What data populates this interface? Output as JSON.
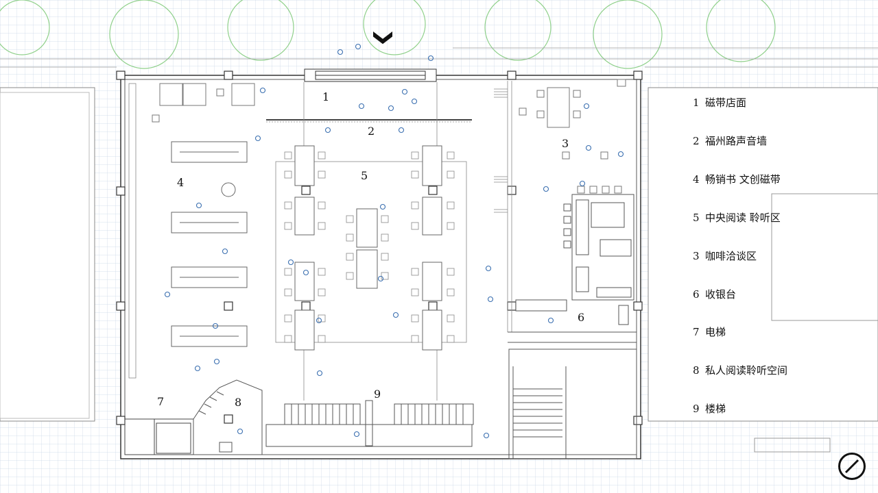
{
  "plan": {
    "zone_labels": [
      "1",
      "2",
      "3",
      "4",
      "5",
      "6",
      "7",
      "8",
      "9"
    ],
    "zone_label_2_text": "2",
    "table_marker": "1"
  },
  "legend": {
    "items": [
      {
        "number": "1",
        "label": "磁带店面"
      },
      {
        "number": "2",
        "label": "福州路声音墙"
      },
      {
        "number": "4",
        "label": "畅销书 文创磁带"
      },
      {
        "number": "5",
        "label": "中央阅读 聆听区"
      },
      {
        "number": "3",
        "label": "咖啡洽谈区"
      },
      {
        "number": "6",
        "label": "收银台"
      },
      {
        "number": "7",
        "label": "电梯"
      },
      {
        "number": "8",
        "label": "私人阅读聆听空间"
      },
      {
        "number": "9",
        "label": "楼梯"
      }
    ]
  },
  "colors": {
    "grid": "#c9d6e6",
    "tree": "#8fd08a",
    "wall": "#333333",
    "furniture": "#777777",
    "people": "#3a6fb0"
  },
  "icons": {
    "entrance": "chevron-down-icon",
    "north": "north-compass-icon"
  }
}
